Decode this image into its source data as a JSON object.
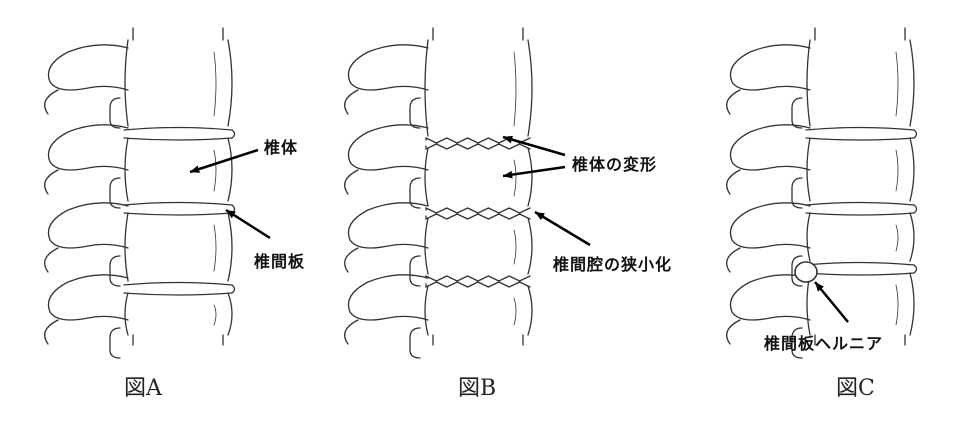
{
  "figures": [
    {
      "caption": "図A",
      "labels": [
        "椎体",
        "椎間板"
      ]
    },
    {
      "caption": "図B",
      "labels": [
        "椎体の変形",
        "椎間腔の狭小化"
      ]
    },
    {
      "caption": "図C",
      "labels": [
        "椎間板ヘルニア"
      ]
    }
  ],
  "colors": {
    "line": "#333333",
    "arrow": "#000000"
  }
}
